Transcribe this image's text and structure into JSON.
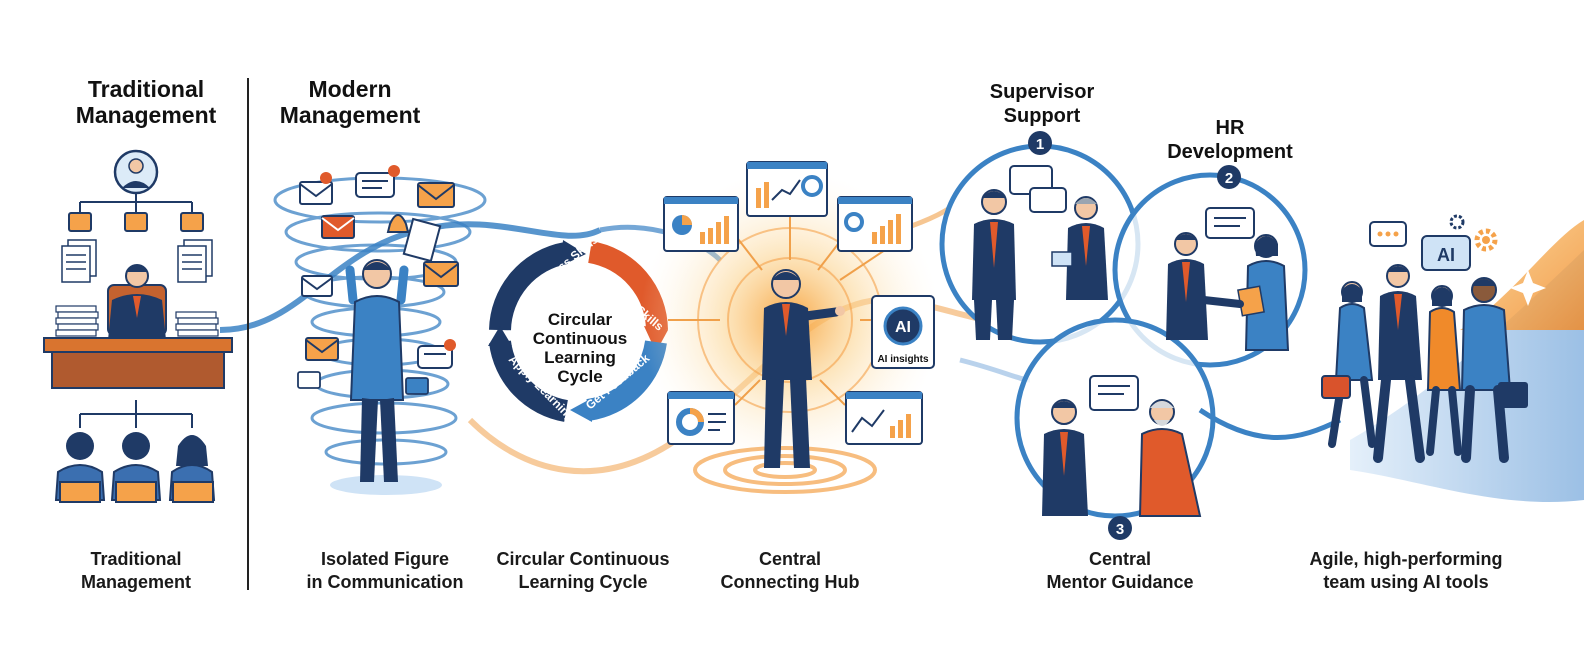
{
  "colors": {
    "navy": "#1f3a66",
    "blue": "#3b82c4",
    "light_blue": "#a9cdee",
    "orange": "#f08a2a",
    "orange_light": "#fbd38d",
    "red": "#d9532c",
    "skin": "#f2c7a5",
    "desk": "#b05a2f"
  },
  "panels": {
    "traditional": {
      "title_1": "Traditional",
      "title_2": "Management",
      "caption_1": "Traditional",
      "caption_2": "Management"
    },
    "modern": {
      "title_1": "Modern",
      "title_2": "Management",
      "caption_1": "Isolated Figure",
      "caption_2": "in Communication"
    },
    "cycle": {
      "center_1": "Circular",
      "center_2": "Continuous",
      "center_3": "Learning",
      "center_4": "Cycle",
      "arc_assess": "Assess Skills",
      "arc_learn": "Learn New Skills",
      "arc_feedback": "Get Feedback",
      "arc_apply": "Apply Learning",
      "caption_1": "Circular Continuous",
      "caption_2": "Learning Cycle"
    },
    "hub": {
      "ai_badge": "AI",
      "ai_label": "AI insights",
      "caption_1": "Central",
      "caption_2": "Connecting Hub"
    },
    "mentor": {
      "supervisor_1": "Supervisor",
      "supervisor_2": "Support",
      "step_1": "1",
      "hr_1": "HR",
      "hr_2": "Development",
      "step_2": "2",
      "step_3": "3",
      "caption_1": "Central",
      "caption_2": "Mentor Guidance"
    },
    "team": {
      "ai_badge": "AI",
      "caption_1": "Agile, high-performing",
      "caption_2": "team using AI tools"
    }
  }
}
